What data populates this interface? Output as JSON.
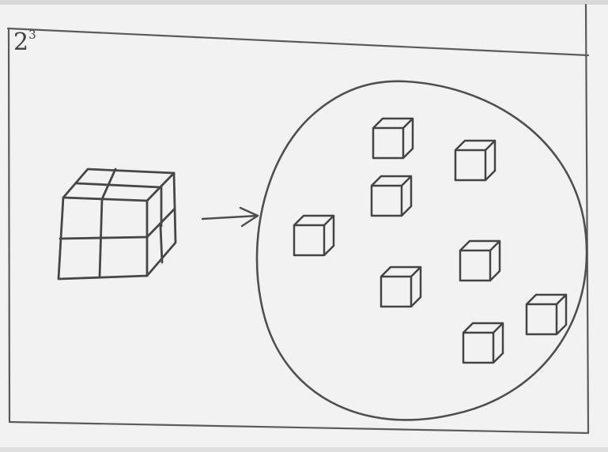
{
  "label": {
    "base": "2",
    "exponent": "3"
  },
  "colors": {
    "paper": "#f1f1f1",
    "ink": "#4a4a4a"
  },
  "diagram": {
    "small_cube_count": 8
  }
}
